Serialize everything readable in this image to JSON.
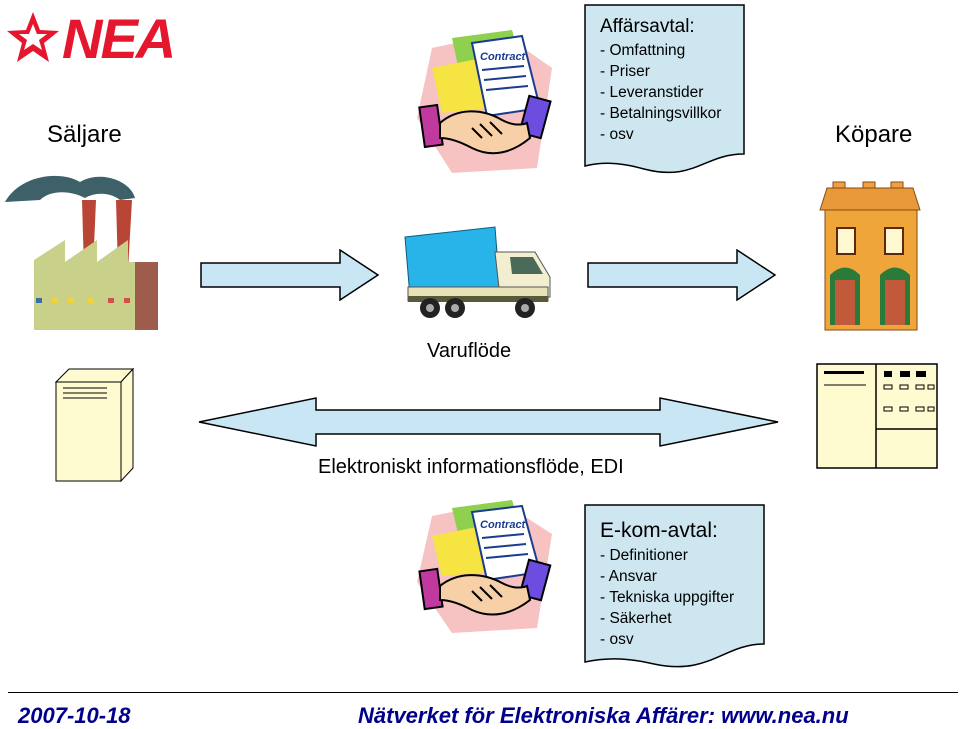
{
  "logo": {
    "text": "NEA",
    "colors": {
      "red": "#e5172e"
    }
  },
  "seller_label": "Säljare",
  "buyer_label": "Köpare",
  "business_agreement": {
    "title": "Affärsavtal:",
    "items": [
      "- Omfattning",
      "- Priser",
      "- Leveranstider",
      "- Betalningsvillkor",
      "- osv"
    ]
  },
  "goods_flow_label": "Varuflöde",
  "edi_flow_label": "Elektroniskt informationsflöde, EDI",
  "ecom_agreement": {
    "title": "E-kom-avtal:",
    "items": [
      "- Definitioner",
      "- Ansvar",
      "- Tekniska uppgifter",
      "- Säkerhet",
      "- osv"
    ]
  },
  "contract_word": "Contract",
  "footer": {
    "date": "2007-10-18",
    "org": "Nätverket för Elektroniska Affärer: www.nea.nu"
  },
  "colors": {
    "note_fill": "#cde6f0",
    "arrow_fill": "#c8e6f4",
    "footer_text": "#00008b",
    "paper_fill": "#fffbd0"
  },
  "icons": [
    "nea-logo",
    "handshake-contract-icon",
    "factory-icon",
    "truck-icon",
    "house-icon",
    "server-icon",
    "terminal-icon"
  ]
}
